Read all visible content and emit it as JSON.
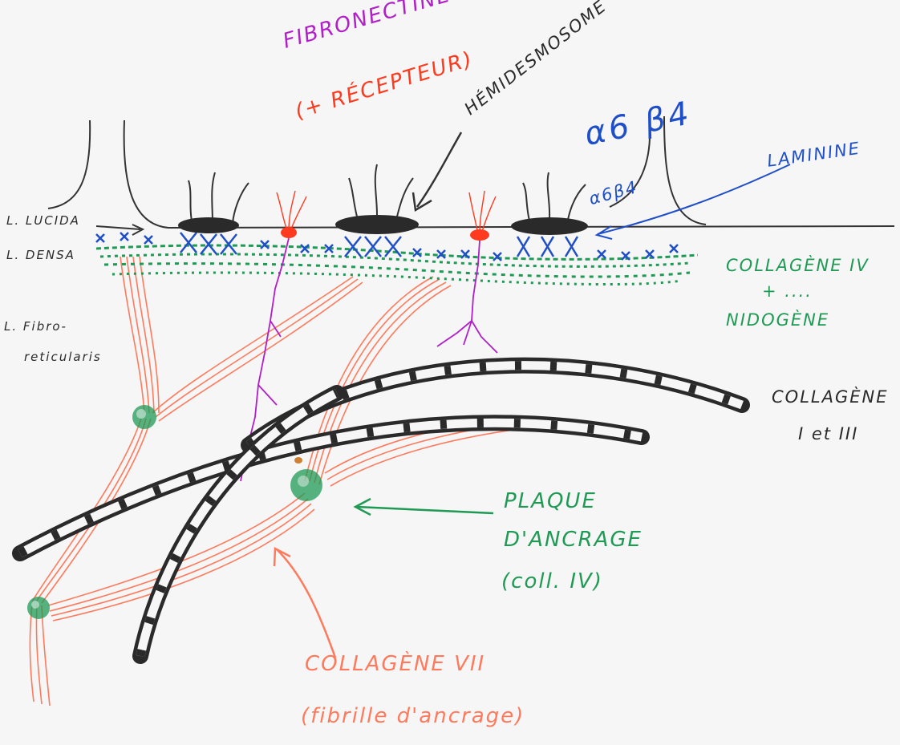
{
  "colors": {
    "paper": "#f6f6f6",
    "ink_black": "#2a2a2a",
    "purple": "#b01fc8",
    "red": "#ff3a1e",
    "salmon": "#ff7a5c",
    "blue": "#1f4fc8",
    "green": "#1f9a55"
  },
  "labels": {
    "fibronectine": "FIBRONECTINE",
    "recepteur": "(+ RÉCEPTEUR)",
    "hemidesmosome": "HÉMIDESMOSOME",
    "alpha6beta4_big": "α6 β4",
    "alpha6beta4_small": "α6β4",
    "laminine": "LAMININE",
    "lucida": "L. LUCIDA",
    "densa": "L. DENSA",
    "fibro_1": "L. Fibro-",
    "fibro_2": "reticularis",
    "coll_iv_1": "COLLAGÈNE IV",
    "coll_iv_2": "+ ....",
    "nidogene": "NIDOGÈNE",
    "coll_i_iii_1": "COLLAGÈNE",
    "coll_i_iii_2": "I et III",
    "plaque_1": "PLAQUE",
    "plaque_2": "D'ANCRAGE",
    "plaque_3": "(coll. IV)",
    "coll_vii_1": "COLLAGÈNE VII",
    "coll_vii_2": "(fibrille d'ancrage)"
  }
}
